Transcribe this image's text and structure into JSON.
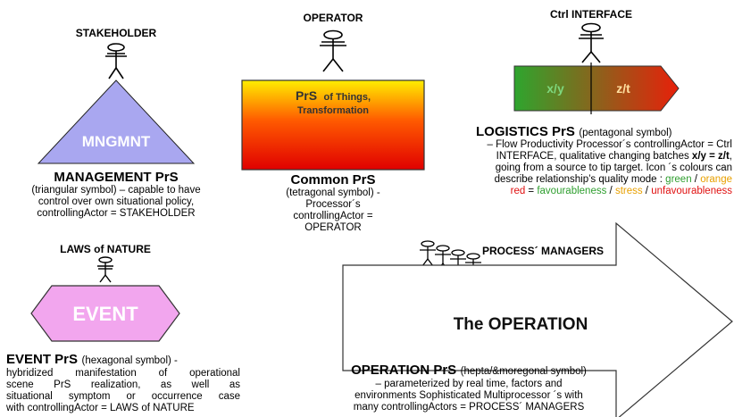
{
  "stakeholder": {
    "role": "STAKEHOLDER",
    "symbol_label": "MNGMNT",
    "title": "MANAGEMENT PrS",
    "desc_lines": [
      "(triangular symbol) – capable to have",
      "control over own situational policy,",
      "controllingActor = STAKEHOLDER"
    ]
  },
  "operator": {
    "role": "OPERATOR",
    "symbol_line1": "PrS",
    "symbol_line1_small": "of Things,",
    "symbol_line2": "Transformation",
    "title": "Common PrS",
    "desc_lines": [
      "(tetragonal symbol) -",
      "Processor´s",
      "controllingActor =",
      "OPERATOR"
    ]
  },
  "ctrl": {
    "role": "Ctrl INTERFACE",
    "label_left": "x/y",
    "label_right": "z/t",
    "title": "LOGISTICS PrS",
    "title_sub": "(pentagonal symbol)",
    "line1": "– Flow Productivity Processor´s controllingActor = Ctrl",
    "line2_pre": "INTERFACE, qualitative changing batches ",
    "line2_bold": "x/y = z/t",
    "line2_post": ",",
    "line3": "going from a source to tip target. Icon ´s colours can",
    "line4_pre": "describe relationship’s quality mode : ",
    "green": "green",
    "slash1": " / ",
    "orange": "orange",
    "red": "red",
    "eq": " = ",
    "favour": "favourableness",
    "slash2": " / ",
    "stress": "stress",
    "slash3": " / ",
    "unfavour": "unfavourableness",
    "colors": {
      "green": "#2e9e2e",
      "orange": "#e8a000",
      "red": "#e01010"
    }
  },
  "laws": {
    "role": "LAWS of NATURE",
    "symbol_label": "EVENT",
    "title": "EVENT PrS",
    "title_sub": "(hexagonal symbol) -",
    "desc_lines": [
      "hybridized manifestation of operational",
      "scene PrS realization, as well as",
      "situational symptom or occurrence case",
      "with controllingActor = LAWS of NATURE"
    ]
  },
  "process": {
    "role": "PROCESS´ MANAGERS",
    "arrow_label": "The OPERATION",
    "title": "OPERATION PrS",
    "title_sub": "(hepta/&moregonal symbol)",
    "desc_lines": [
      "– parameterized by real time, factors and",
      "environments Sophisticated Multiprocessor ´s with",
      "many controllingActors = PROCESS´ MANAGERS"
    ]
  },
  "fill_colors": {
    "triangle": "#a9a7f0",
    "hexagon": "#f2a6ee",
    "rect_top": "#ffee00",
    "rect_mid": "#ff5a00",
    "rect_bottom": "#e00000",
    "pent_left": "#2ea52e",
    "pent_right": "#e8200a"
  }
}
